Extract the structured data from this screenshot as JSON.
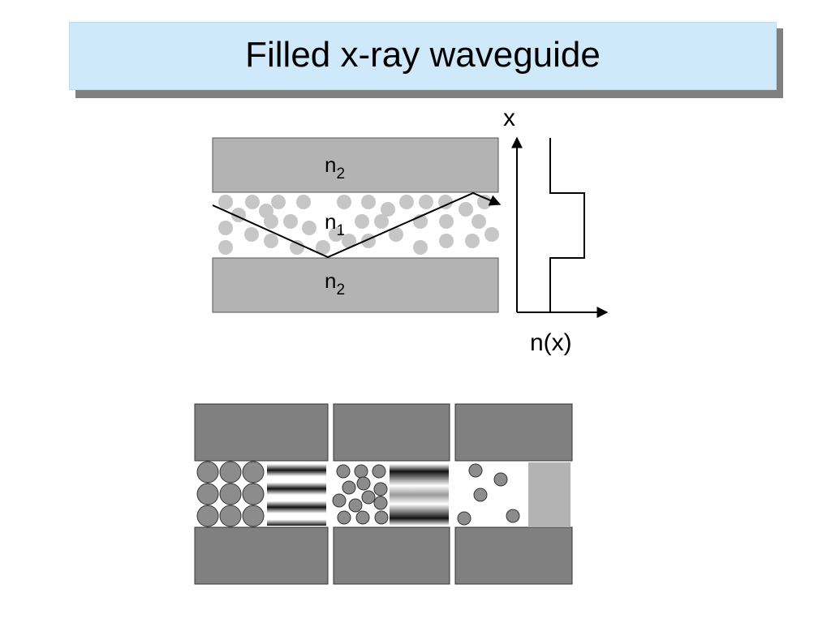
{
  "title": "Filled x-ray waveguide",
  "top_diagram": {
    "cladding_label_top": "n",
    "cladding_sub_top": "2",
    "core_label": "n",
    "core_sub": "1",
    "cladding_label_bottom": "n",
    "cladding_sub_bottom": "2",
    "axis_y_label": "x",
    "axis_x_label": "n(x)"
  },
  "colors": {
    "title_bg": "#cfe9fb",
    "title_shadow": "#808080",
    "cladding_light": "#b3b3b3",
    "particle_light": "#c6c6c6",
    "cladding_dark": "#808080",
    "particle_dark": "#8c8c8c",
    "empty_core": "#b3b3b3"
  }
}
